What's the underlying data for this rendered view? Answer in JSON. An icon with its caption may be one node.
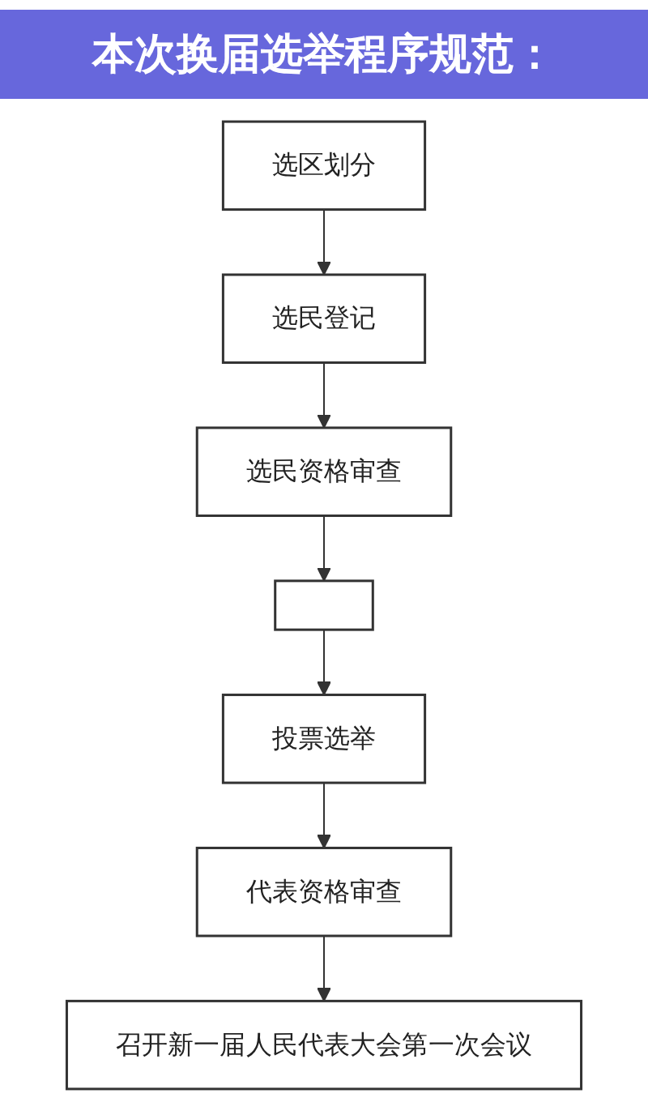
{
  "diagram": {
    "title": "本次换届选举程序规范：",
    "nodes": [
      {
        "text": [
          "选区划分"
        ]
      },
      {
        "text": [
          "选民登记"
        ]
      },
      {
        "text": [
          "选民资格审查"
        ]
      },
      {
        "text": [],
        "shape": "box"
      },
      {
        "text": [
          "投票选举"
        ]
      },
      {
        "text": [
          "代表资格审查"
        ]
      },
      {
        "text": [
          "召开新一届人民代表大会第一次会议"
        ]
      }
    ],
    "edges": [
      {
        "from": 0,
        "to": 1,
        "arrow": "to"
      },
      {
        "from": 1,
        "to": 2,
        "arrow": "to"
      },
      {
        "from": 2,
        "to": 3,
        "arrow": "to"
      },
      {
        "from": 3,
        "to": 4,
        "arrow": "to"
      },
      {
        "from": 4,
        "to": 5,
        "arrow": "to"
      },
      {
        "from": 5,
        "to": 6,
        "arrow": "to"
      }
    ]
  }
}
